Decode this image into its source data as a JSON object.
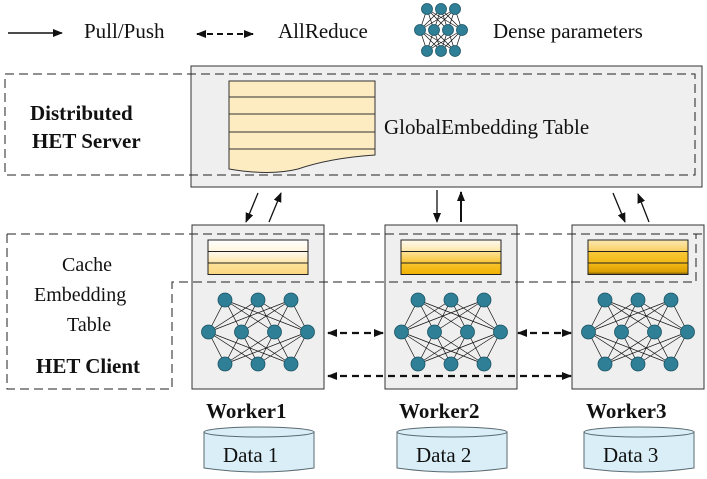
{
  "legend": {
    "pull_push": "Pull/Push",
    "allreduce": "AllReduce",
    "dense_parameters": "Dense parameters"
  },
  "server": {
    "label_line1": "Distributed",
    "label_line2": "HET Server",
    "table_label": "GlobalEmbedding Table"
  },
  "client": {
    "cache_line1": "Cache",
    "cache_line2": "Embedding",
    "cache_line3": "Table",
    "label": "HET Client"
  },
  "workers": [
    {
      "name": "Worker1",
      "data": "Data 1",
      "cache_tone": "light"
    },
    {
      "name": "Worker2",
      "data": "Data 2",
      "cache_tone": "medium"
    },
    {
      "name": "Worker3",
      "data": "Data 3",
      "cache_tone": "dark"
    }
  ],
  "colors": {
    "node_fill": "#2f7f96",
    "node_stroke": "#1d5566",
    "panel_fill": "#efefef",
    "table_fill": "#fdebc2",
    "disk_fill": "#d9eef7",
    "disk_stroke": "#5a6a72"
  }
}
